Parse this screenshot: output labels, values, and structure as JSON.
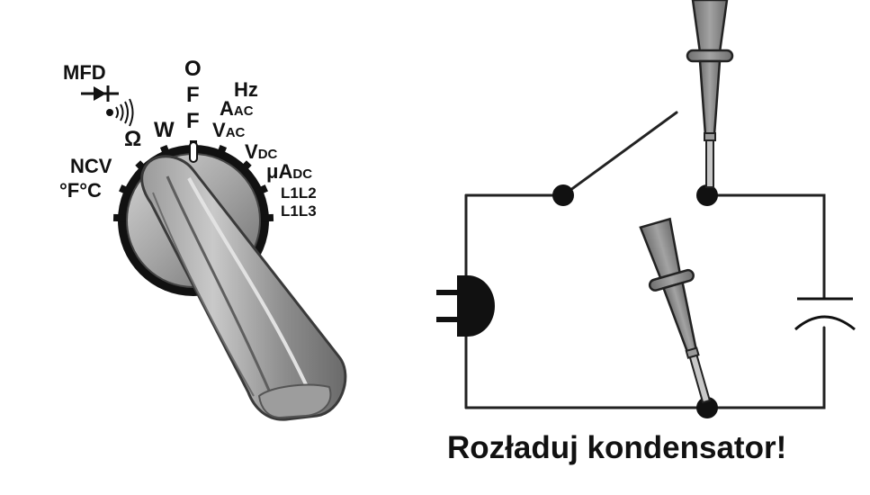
{
  "dial": {
    "labels": {
      "mfd": "MFD",
      "diode": "⯈|",
      "continuity": "•)))",
      "ohm": "Ω",
      "watt": "W",
      "off_o": "O",
      "off_f1": "F",
      "off_f2": "F",
      "hz": "Hz",
      "a_main": "A",
      "a_sub": "AC",
      "vac_main": "V",
      "vac_sub": "AC",
      "vdc_main": "V",
      "vdc_sub": "DC",
      "uadc_main": "μA",
      "uadc_sub": "DC",
      "l1l2": "L1L2",
      "l1l3": "L1L3",
      "ncv": "NCV",
      "temp": "°F°C"
    }
  },
  "circuit": {
    "caption": "Rozładuj kondensator!"
  },
  "colors": {
    "knob_dark": "#777777",
    "knob_light": "#b5b5b5",
    "ring": "#111111",
    "probe": "#8a8a8a"
  }
}
